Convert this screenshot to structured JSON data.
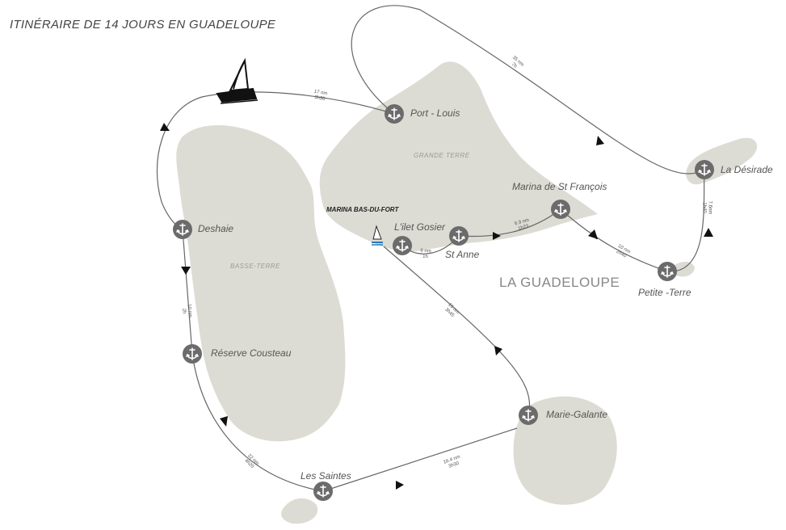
{
  "title": "ITINÉRAIRE DE 14 JOURS EN GUADELOUPE",
  "map_label": "LA GUADELOUPE",
  "regions": {
    "grande_terre": "GRANDE TERRE",
    "basse_terre": "BASSE-TERRE"
  },
  "marina": "MARINA BAS-DU-FORT",
  "stops": {
    "port_louis": "Port - Louis",
    "deshaie": "Deshaie",
    "cousteau": "Réserve Cousteau",
    "saintes": "Les Saintes",
    "marie_galante": "Marie-Galante",
    "gosier": "L'ilet Gosier",
    "st_anne": "St Anne",
    "st_francois": "Marina de St François",
    "petite_terre": "Petite -Terre",
    "desirade": "La Désirade"
  },
  "legs": {
    "portlouis_deshaie": {
      "dist": "17 nm",
      "time": "3h30"
    },
    "deshaie_cousteau": {
      "dist": "10 nm",
      "time": "2h"
    },
    "cousteau_saintes": {
      "dist": "22 nm",
      "time": "4h20"
    },
    "saintes_mariegalante": {
      "dist": "16.4 nm",
      "time": "3h30"
    },
    "mariegalante_gosier": {
      "dist": "19 nm",
      "time": "3h45"
    },
    "gosier_stanne": {
      "dist": "6 nm",
      "time": "1h"
    },
    "stanne_stfrancois": {
      "dist": "6.9 nm",
      "time": "1h23"
    },
    "stfrancois_petiteterre": {
      "dist": "10 nm",
      "time": "2h40"
    },
    "petiteterre_desirade": {
      "dist": "7.6nm",
      "time": "1h40"
    },
    "desirade_portlouis": {
      "dist": "35 nm",
      "time": "7h"
    }
  },
  "colors": {
    "land": "#dddcd4",
    "anchor": "#6b6b6b",
    "route": "#666666"
  }
}
